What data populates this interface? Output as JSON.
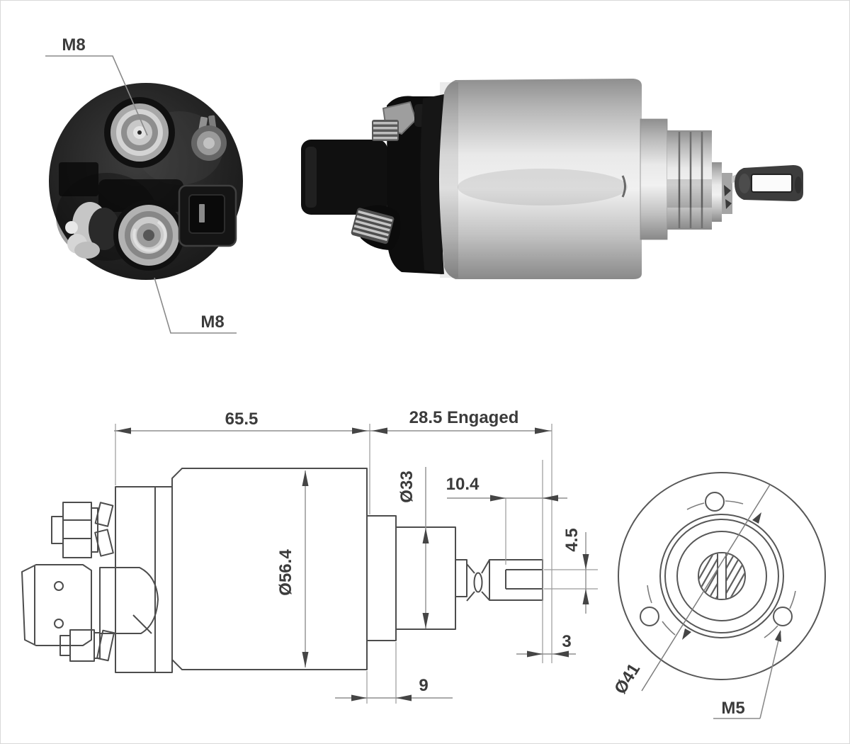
{
  "page": {
    "background": "#ffffff",
    "border_color": "#d8d8d8",
    "line_color": "#4d4d4d",
    "dim_text_color": "#3b3b3b"
  },
  "rear_view": {
    "label_top": "M8",
    "label_bottom": "M8"
  },
  "side_view_dims": {
    "total_length": "65.5",
    "engaged_length": "28.5 Engaged",
    "body_diameter": "Ø56.4",
    "pilot_diameter": "Ø33",
    "slot_depth": "10.4",
    "slot_width": "4.5",
    "tip_offset": "3",
    "flange_width": "9"
  },
  "end_view": {
    "bolt_circle_diameter": "Ø41",
    "mounting_thread": "M5"
  }
}
